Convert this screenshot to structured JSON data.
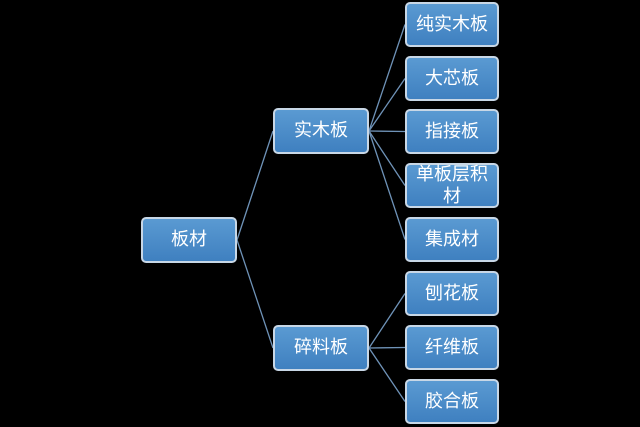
{
  "colors": {
    "background": "#000000",
    "node_fill": "#4f8fcc",
    "node_border": "#c8d7e6",
    "connector": "#6f93b8",
    "text": "#ffffff"
  },
  "root": {
    "label": "板材"
  },
  "branches": [
    {
      "label": "实木板",
      "children": [
        "纯实木板",
        "大芯板",
        "指接板",
        "单板层积材",
        "集成材"
      ]
    },
    {
      "label": "碎料板",
      "children": [
        "刨花板",
        "纤维板",
        "胶合板"
      ]
    }
  ]
}
